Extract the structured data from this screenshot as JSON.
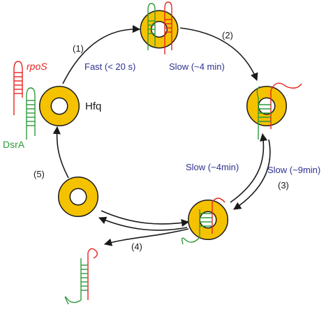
{
  "colors": {
    "ring": "#f5c200",
    "ring_stroke": "#1a1a1a",
    "rpos": "#e8231f",
    "dsra": "#2e9a3a",
    "rate_text": "#2e3192",
    "arrow": "#1a1a1a"
  },
  "labels": {
    "hfq": "Hfq",
    "rpos": "rpoS",
    "dsra": "DsrA"
  },
  "steps": {
    "s1": "(1)",
    "s2": "(2)",
    "s3": "(3)",
    "s4": "(4)",
    "s5": "(5)"
  },
  "rates": {
    "fast": "Fast (< 20 s)",
    "slow_4min": "Slow (~4 min)",
    "slow_4min_b": "Slow (~4min)",
    "slow_9min": "Slow (~9min)"
  }
}
